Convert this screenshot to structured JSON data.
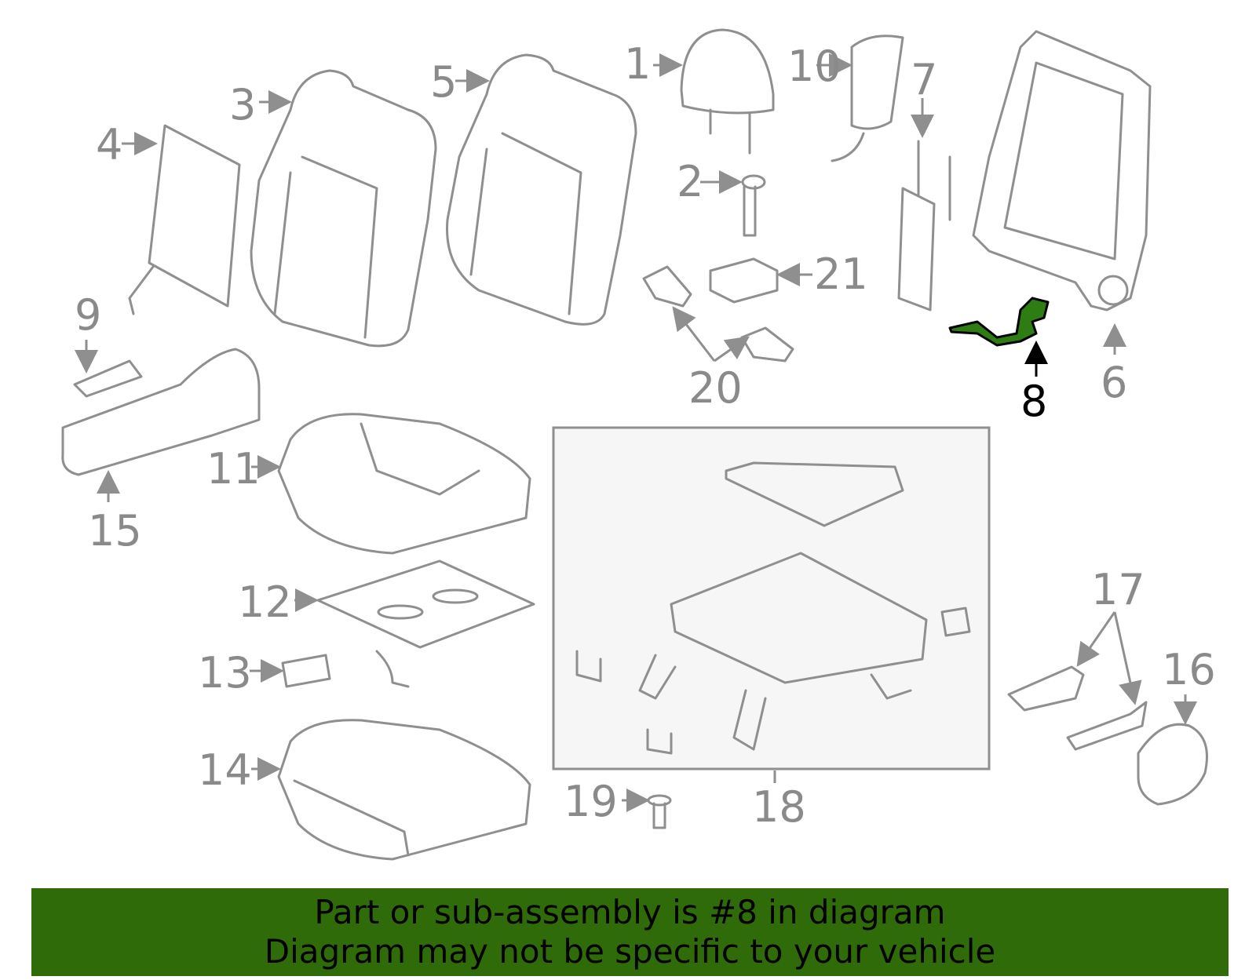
{
  "callouts": {
    "c1": "1",
    "c2": "2",
    "c3": "3",
    "c4": "4",
    "c5": "5",
    "c6": "6",
    "c7": "7",
    "c8": "8",
    "c9": "9",
    "c10": "10",
    "c11": "11",
    "c12": "12",
    "c13": "13",
    "c14": "14",
    "c15": "15",
    "c16": "16",
    "c17": "17",
    "c18": "18",
    "c19": "19",
    "c20": "20",
    "c21": "21"
  },
  "highlight": {
    "part_number": "8",
    "color": "#2e7d12"
  },
  "banner": {
    "line1": "Part or sub-assembly is #8 in diagram",
    "line2": "Diagram may not be specific to your vehicle",
    "background": "#2f6b08"
  },
  "colors": {
    "line_art": "#8f8f8f",
    "highlight_outline": "#000000"
  }
}
